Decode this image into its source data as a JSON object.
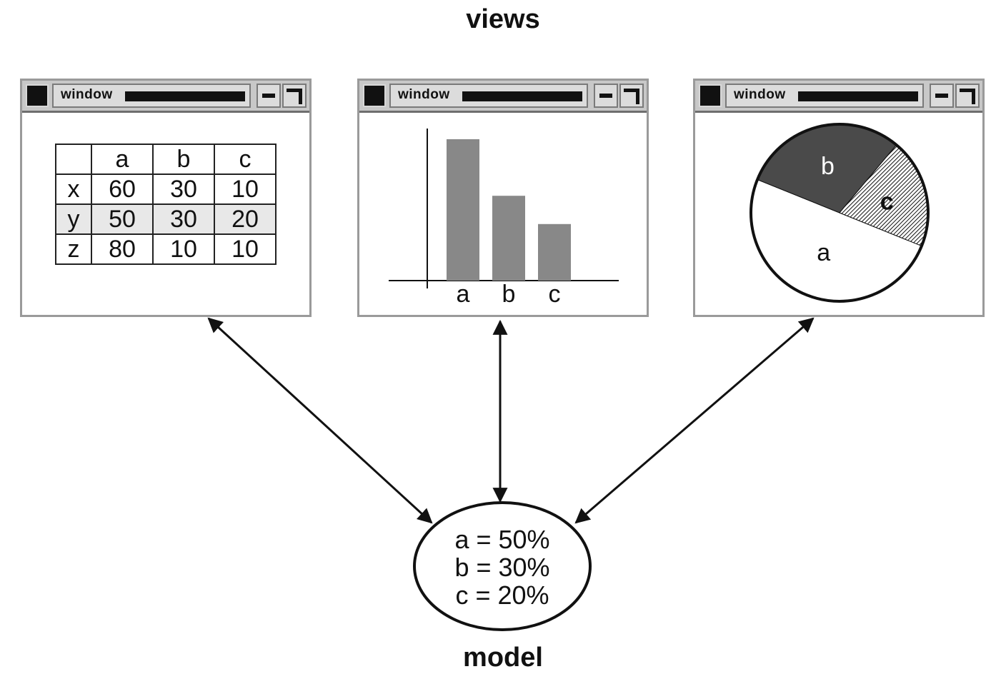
{
  "views_title": "views",
  "model_title": "model",
  "windows": [
    {
      "title": "window"
    },
    {
      "title": "window"
    },
    {
      "title": "window"
    }
  ],
  "table": {
    "columns": [
      "",
      "a",
      "b",
      "c"
    ],
    "rows": [
      {
        "label": "x",
        "values": [
          "60",
          "30",
          "10"
        ]
      },
      {
        "label": "y",
        "values": [
          "50",
          "30",
          "20"
        ]
      },
      {
        "label": "z",
        "values": [
          "80",
          "10",
          "10"
        ]
      }
    ]
  },
  "bar_chart": {
    "categories": [
      "a",
      "b",
      "c"
    ],
    "values": [
      50,
      30,
      20
    ]
  },
  "pie_chart": {
    "slices": [
      {
        "label": "a",
        "value": 50
      },
      {
        "label": "b",
        "value": 30
      },
      {
        "label": "c",
        "value": 20
      }
    ]
  },
  "model": {
    "lines": [
      "a = 50%",
      "b = 30%",
      "c = 20%"
    ]
  },
  "colors": {
    "bar": "#888888",
    "pie_b": "#4a4a4a",
    "titlebar": "#c8c8c8"
  }
}
